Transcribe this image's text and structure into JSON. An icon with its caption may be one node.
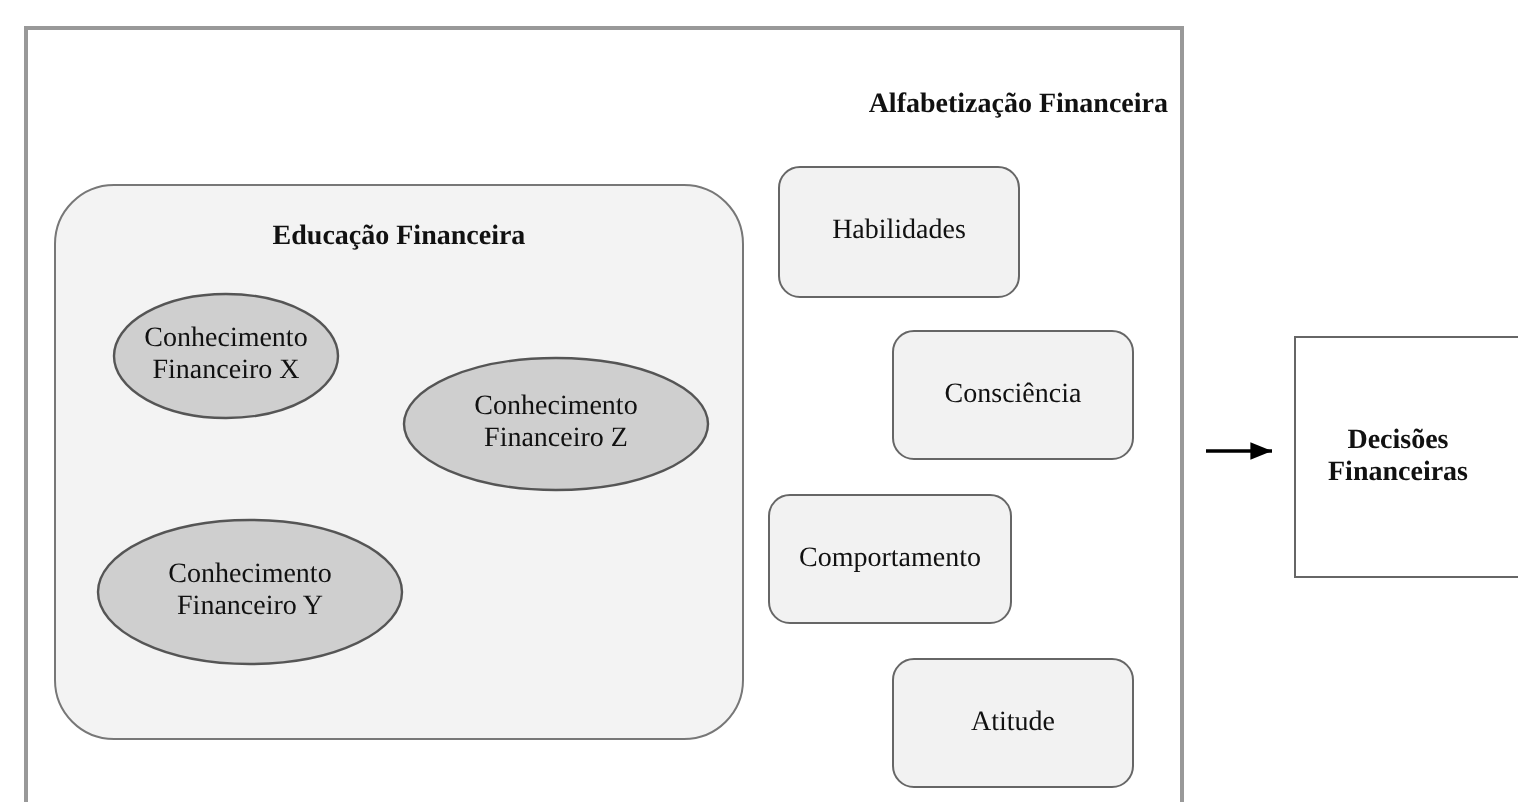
{
  "diagram": {
    "nodes": [
      {
        "text": [
          "Alfabetização Financeira"
        ]
      },
      {
        "text": [
          "Educação Financeira"
        ],
        "in": 0
      },
      {
        "text": [
          "Conhecimento Financeiro X"
        ],
        "in": 1
      },
      {
        "text": [
          "Conhecimento Financeiro Z"
        ],
        "in": 1
      },
      {
        "text": [
          "Conhecimento Financeiro Y"
        ],
        "in": 1
      },
      {
        "text": [
          "Habilidades"
        ],
        "in": 0
      },
      {
        "text": [
          "Consciência"
        ],
        "in": 0
      },
      {
        "text": [
          "Comportamento"
        ],
        "in": 0
      },
      {
        "text": [
          "Atitude"
        ],
        "in": 0
      },
      {
        "text": [
          "Decisões Financeiras"
        ]
      }
    ],
    "edges": [
      {
        "from": 0,
        "to": 9,
        "arrow": "to"
      }
    ]
  }
}
